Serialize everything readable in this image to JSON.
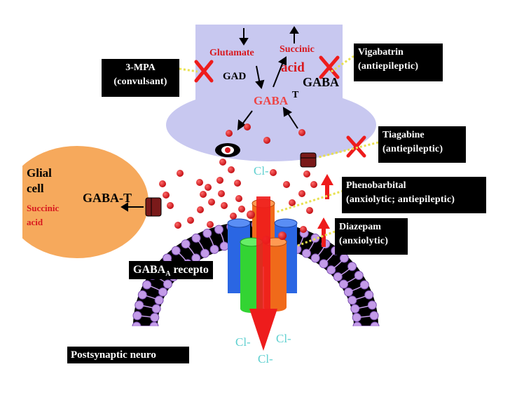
{
  "presynaptic": {
    "glutamate": "Glutamate",
    "succinic_top": "Succinic",
    "succinic_bottom": "acid",
    "gad": "GAD",
    "gaba_t_left": "GABA",
    "gaba_t_right": "T",
    "gaba": "GABA"
  },
  "glial": {
    "title_line1": "Glial",
    "title_line2": "cell",
    "gaba_t": "GABA-T",
    "succinic_line1": "Succinic",
    "succinic_line2": "acid"
  },
  "chloride": {
    "top": "Cl-",
    "bottom_left": "Cl-",
    "bottom_right": "Cl-",
    "bottom_center": "Cl-"
  },
  "receptor_label": {
    "main": "GABA",
    "subscript": "A",
    "rest": " recepto"
  },
  "postsynaptic_label": "Postsynaptic neuro",
  "drugs": {
    "mpa": {
      "name": "3-MPA",
      "note": "(convulsant)"
    },
    "vigabatrin": {
      "name": "Vigabatrin",
      "note": "(antiepileptic)"
    },
    "tiagabine": {
      "name": "Tiagabine",
      "note": "(antiepileptic)"
    },
    "phenobarbital": {
      "name": "Phenobarbital",
      "note": "(anxiolytic; antiepileptic)"
    },
    "diazepam": {
      "name": "Diazepam",
      "note": "(anxiolytic)"
    }
  },
  "colors": {
    "presynaptic_fill": "#c8c8f0",
    "glial_fill": "#f6a95c",
    "vesicle_red": "#d8191f",
    "inhibit_red": "#ee1c1c",
    "chloride_cyan": "#5fd0d0",
    "membrane_lipid": "#c39be8",
    "channel_blue": "#2a66e3",
    "channel_green": "#33d433",
    "channel_orange": "#f06a1a",
    "transporter": "#7a1a1a"
  }
}
